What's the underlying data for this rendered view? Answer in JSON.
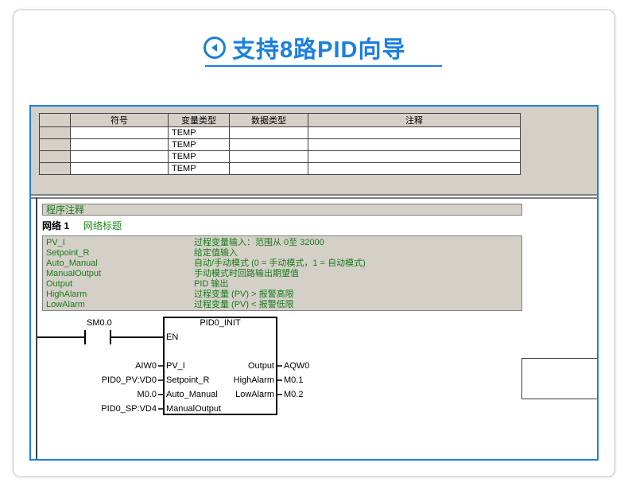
{
  "heading": {
    "icon": "circle-arrow-left-icon",
    "text": "支持8路PID向导",
    "color": "#1a7fe0"
  },
  "var_table": {
    "headers": [
      "符号",
      "变量类型",
      "数据类型",
      "注释"
    ],
    "rows": [
      {
        "symbol": "",
        "var_type": "TEMP",
        "data_type": "",
        "comment": ""
      },
      {
        "symbol": "",
        "var_type": "TEMP",
        "data_type": "",
        "comment": ""
      },
      {
        "symbol": "",
        "var_type": "TEMP",
        "data_type": "",
        "comment": ""
      },
      {
        "symbol": "",
        "var_type": "TEMP",
        "data_type": "",
        "comment": ""
      }
    ]
  },
  "editor": {
    "program_comment": "程序注释",
    "network_label": "网络 1",
    "network_title": "网络标题",
    "comments": [
      {
        "k": "PV_I",
        "v": "过程变量输入：范围从 0至 32000"
      },
      {
        "k": "Setpoint_R",
        "v": "给定值输入"
      },
      {
        "k": "Auto_Manual",
        "v": "自动/手动模式 (0 = 手动模式，1 = 自动模式)"
      },
      {
        "k": "ManualOutput",
        "v": "手动模式时回路输出期望值"
      },
      {
        "k": "Output",
        "v": "PID 输出"
      },
      {
        "k": "HighAlarm",
        "v": "过程变量 (PV) > 报警高限"
      },
      {
        "k": "LowAlarm",
        "v": "过程变量 (PV) < 报警低限"
      }
    ],
    "contact_label": "SM0.0",
    "block": {
      "name": "PID0_INIT",
      "en": "EN",
      "inputs": [
        {
          "pin": "PV_I",
          "operand": "AIW0"
        },
        {
          "pin": "Setpoint_R",
          "operand": "PID0_PV:VD0"
        },
        {
          "pin": "Auto_Manual",
          "operand": "M0.0"
        },
        {
          "pin": "ManualOutput",
          "operand": "PID0_SP:VD4"
        }
      ],
      "outputs": [
        {
          "pin": "Output",
          "operand": "AQW0"
        },
        {
          "pin": "HighAlarm",
          "operand": "M0.1"
        },
        {
          "pin": "LowAlarm",
          "operand": "M0.2"
        }
      ]
    }
  }
}
